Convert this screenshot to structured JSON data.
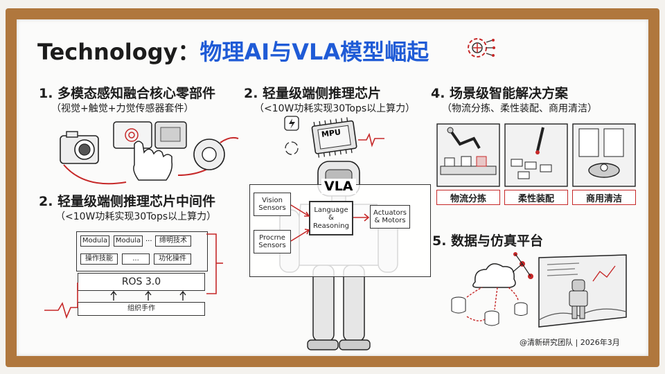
{
  "header": {
    "title_prefix": "Technology：",
    "title_main": "物理AI与VLA模型崛起",
    "icon": "gear-brain-icon"
  },
  "sections": {
    "s1": {
      "title": "1. 多模态感知融合核心零部件",
      "subtitle": "（视觉+触觉+力觉传感器套件）"
    },
    "s2a": {
      "title": "2. 轻量级端侧推理芯片",
      "subtitle": "（<10W功耗实现30Tops以上算力）",
      "chip_label": "MPU"
    },
    "s2b": {
      "title": "2. 轻量级端侧推理芯片中间件",
      "subtitle": "（<10W功耗实现30Tops以上算力）",
      "row1": [
        "Modula",
        "Modula",
        "...",
        "缔明技术"
      ],
      "row2": [
        "操作技能",
        "...",
        "功化操件"
      ],
      "ros_label": "ROS 3.0",
      "bottom_label": "组织手作"
    },
    "vla": {
      "label": "VLA",
      "vision": "Vision Sensors",
      "proprio": "Procrne Sensors",
      "language": "Language & Reasoning",
      "actuators": "Actuators & Motors"
    },
    "s4": {
      "title": "4. 场景级智能解决方案",
      "subtitle": "（物流分拣、柔性装配、商用清洁）",
      "labels": [
        "物流分拣",
        "柔性装配",
        "商用清洁"
      ]
    },
    "s5": {
      "title": "5. 数据与仿真平台"
    }
  },
  "footer": {
    "credit": "@清新研究团队 | 2026年3月"
  },
  "colors": {
    "accent": "#1f5bd6",
    "red": "#c62828",
    "frame": "#b0773d"
  }
}
